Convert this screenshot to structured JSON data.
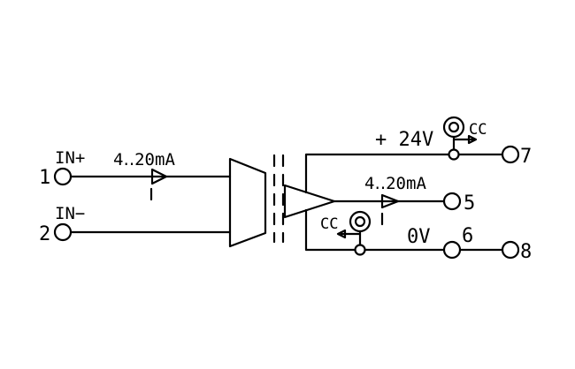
{
  "labels": {
    "in_plus": "IN+",
    "in_minus": "IN−",
    "current_in": "4‥20mA",
    "current_out": "4‥20mA",
    "supply": "+ 24V",
    "zero_v": "0V",
    "cc_top": "CC",
    "cc_bottom": "CC",
    "i_in": "I",
    "i_out": "I"
  },
  "terminals": {
    "t1": "1",
    "t2": "2",
    "t5": "5",
    "t6": "6",
    "t7": "7",
    "t8": "8"
  },
  "colors": {
    "stroke": "#000000",
    "background": "#ffffff"
  }
}
